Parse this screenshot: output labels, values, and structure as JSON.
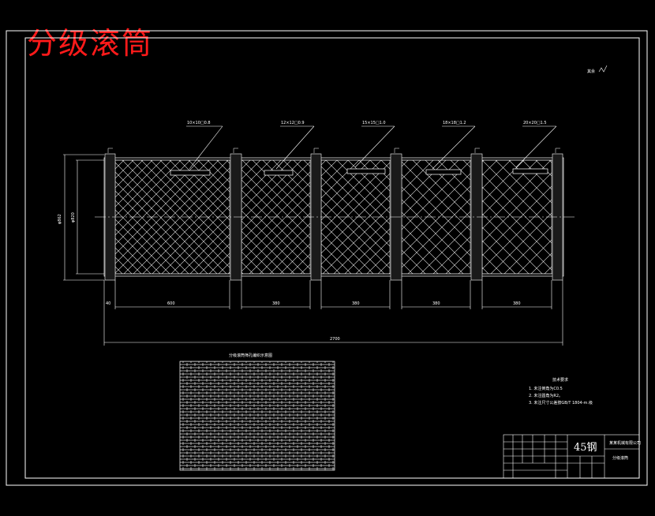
{
  "drawing": {
    "title": "分级滚筒",
    "roughness_note": "其余",
    "segment_labels": [
      "10×10□0.8",
      "12×12□0.9",
      "15×15□1.0",
      "18×18□1.2",
      "20×20□1.5"
    ],
    "dims": {
      "gap_start": "40",
      "segments": [
        "600",
        "380",
        "380",
        "380",
        "380"
      ],
      "overall_length": "2700",
      "outer_diameter": "φ862",
      "inner_diameter": "φ820"
    },
    "table_title": "分级滚筒筛孔编织示意图",
    "tech_requirements": {
      "title": "技术要求",
      "items": [
        "1. 未注倒角为C0.5",
        "2. 未注圆角为R2。",
        "3. 未注尺寸公差按GB/T 1804-m.级"
      ]
    },
    "title_block": {
      "material": "45钢",
      "company": "某某机械有限公司",
      "drawing_name": "分级滚筒"
    }
  },
  "colors": {
    "title_red": "#ff1a1a",
    "lines": "#ffffff",
    "background": "#000000"
  }
}
